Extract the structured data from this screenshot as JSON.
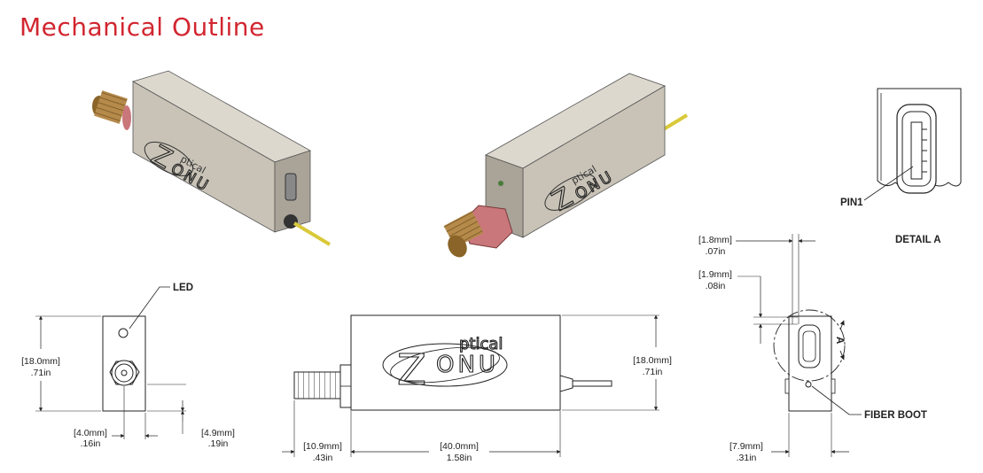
{
  "title": "Mechanical Outline",
  "colors": {
    "title": "#d22630",
    "body": "#c9c3b7",
    "body_top": "#ddd8ce",
    "body_side": "#a9a398",
    "connector": "#b58a4a",
    "fiber": "#d9c93a"
  },
  "brand": {
    "prefix": "ptical",
    "name": "ONU",
    "initial": "Z"
  },
  "callouts": {
    "led": "LED",
    "pin1": "PIN1",
    "detail_a": "DETAIL A",
    "fiber_boot": "FIBER BOOT",
    "detail_marker": "A"
  },
  "dimensions": {
    "front_height": {
      "mm": "[18.0mm]",
      "in": ".71in"
    },
    "front_conn_offset": {
      "mm": "[4.0mm]",
      "in": ".16in"
    },
    "front_conn_height": {
      "mm": "[4.9mm]",
      "in": ".19in"
    },
    "side_height": {
      "mm": "[18.0mm]",
      "in": ".71in"
    },
    "side_connector_len": {
      "mm": "[10.9mm]",
      "in": ".43in"
    },
    "side_body_len": {
      "mm": "[40.0mm]",
      "in": "1.58in"
    },
    "end_slot_width": {
      "mm": "[1.8mm]",
      "in": ".07in"
    },
    "end_slot_height": {
      "mm": "[1.9mm]",
      "in": ".08in"
    },
    "end_width": {
      "mm": "[7.9mm]",
      "in": ".31in"
    }
  }
}
